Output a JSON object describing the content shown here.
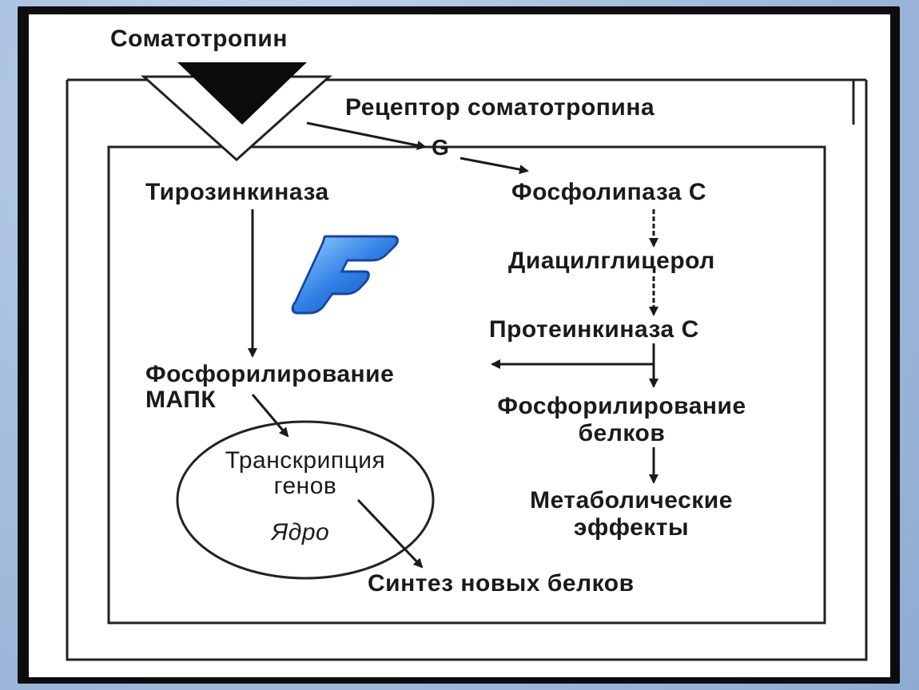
{
  "diagram": {
    "hormone": "Соматотропин",
    "receptor": "Рецептор соматотропина",
    "g_protein": "G",
    "tyrosine_kinase": "Тирозинкиназа",
    "phospholipase": "Фосфолипаза С",
    "diacylglycerol": "Диацилглицерол",
    "protein_kinase": "Протеинкиназа С",
    "mapk_line1": "Фосфорилирование",
    "mapk_line2": "МАПК",
    "protein_phos_line1": "Фосфорилирование",
    "protein_phos_line2": "белков",
    "transcription_line1": "Транскрипция",
    "transcription_line2": "генов",
    "nucleus": "Ядро",
    "metabolic_line1": "Метаболические",
    "metabolic_line2": "эффекты",
    "synthesis": "Синтез новых белков",
    "logo_letter": "F",
    "colors": {
      "board": "#0d0d0f",
      "background": "#9fb8d8",
      "ink": "#1a1a1a",
      "logo_blue": "#2f7fe6"
    }
  }
}
